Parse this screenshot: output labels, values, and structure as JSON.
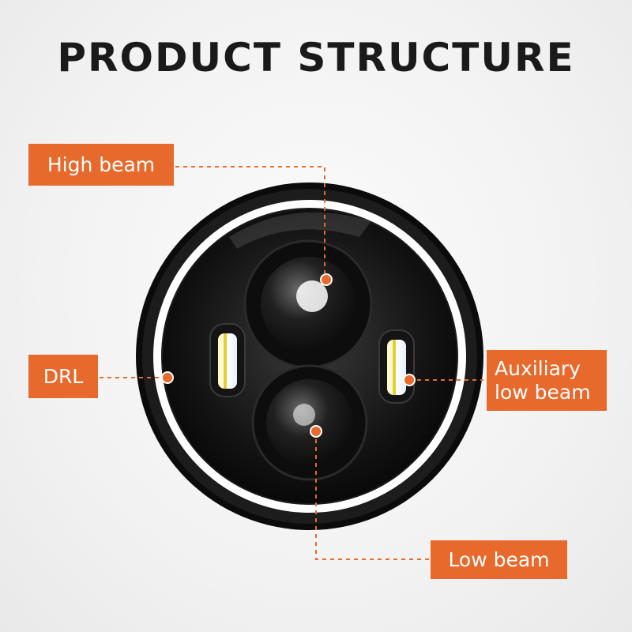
{
  "title": "PRODUCT STRUCTURE",
  "callouts": {
    "high_beam": "High beam",
    "drl": "DRL",
    "auxiliary_low_beam_line1": "Auxiliary",
    "auxiliary_low_beam_line2": "low beam",
    "low_beam": "Low beam"
  },
  "colors": {
    "accent": "#e8692c",
    "title": "#1a1a1a",
    "housing": "#0b0b0b",
    "halo": "#ffffff"
  }
}
